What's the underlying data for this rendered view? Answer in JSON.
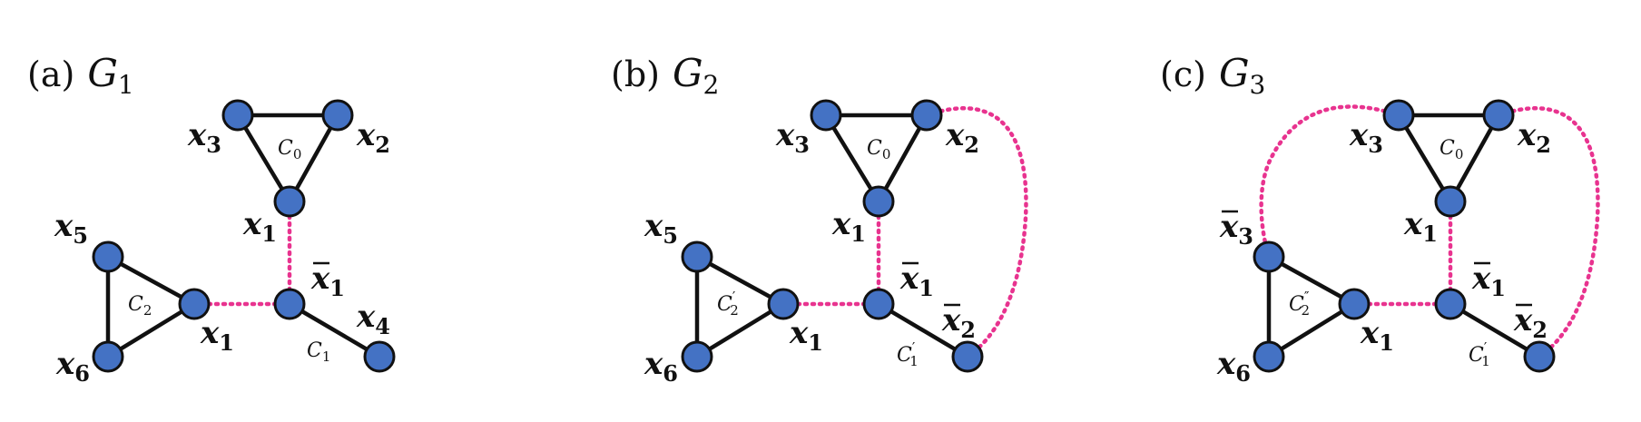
{
  "colors": {
    "node_fill": "#4472c4",
    "edge": "#111111",
    "dotted_edge": "#e8338f"
  },
  "panels": [
    {
      "tag": "(a)",
      "graph": "G",
      "graph_sub": "1",
      "vertices": [
        {
          "name": "x",
          "sub": "3",
          "bar": false
        },
        {
          "name": "x",
          "sub": "2",
          "bar": false
        },
        {
          "name": "x",
          "sub": "1",
          "bar": false
        },
        {
          "name": "x",
          "sub": "5",
          "bar": false
        },
        {
          "name": "x",
          "sub": "1",
          "bar": true
        },
        {
          "name": "x",
          "sub": "1",
          "bar": false
        },
        {
          "name": "x",
          "sub": "4",
          "bar": false
        },
        {
          "name": "x",
          "sub": "6",
          "bar": false
        }
      ],
      "cycles": [
        {
          "name": "C",
          "sub": "0",
          "prime": ""
        },
        {
          "name": "C",
          "sub": "2",
          "prime": ""
        },
        {
          "name": "C",
          "sub": "1",
          "prime": ""
        }
      ]
    },
    {
      "tag": "(b)",
      "graph": "G",
      "graph_sub": "2",
      "vertices": [
        {
          "name": "x",
          "sub": "3",
          "bar": false
        },
        {
          "name": "x",
          "sub": "2",
          "bar": false
        },
        {
          "name": "x",
          "sub": "1",
          "bar": false
        },
        {
          "name": "x",
          "sub": "5",
          "bar": false
        },
        {
          "name": "x",
          "sub": "1",
          "bar": true
        },
        {
          "name": "x",
          "sub": "1",
          "bar": false
        },
        {
          "name": "x",
          "sub": "2",
          "bar": true
        },
        {
          "name": "x",
          "sub": "6",
          "bar": false
        }
      ],
      "cycles": [
        {
          "name": "C",
          "sub": "0",
          "prime": ""
        },
        {
          "name": "C",
          "sub": "2",
          "prime": "′"
        },
        {
          "name": "C",
          "sub": "1",
          "prime": "′"
        }
      ]
    },
    {
      "tag": "(c)",
      "graph": "G",
      "graph_sub": "3",
      "vertices": [
        {
          "name": "x",
          "sub": "3",
          "bar": false
        },
        {
          "name": "x",
          "sub": "2",
          "bar": false
        },
        {
          "name": "x",
          "sub": "1",
          "bar": false
        },
        {
          "name": "x",
          "sub": "3",
          "bar": true
        },
        {
          "name": "x",
          "sub": "1",
          "bar": true
        },
        {
          "name": "x",
          "sub": "1",
          "bar": false
        },
        {
          "name": "x",
          "sub": "2",
          "bar": true
        },
        {
          "name": "x",
          "sub": "6",
          "bar": false
        }
      ],
      "cycles": [
        {
          "name": "C",
          "sub": "0",
          "prime": ""
        },
        {
          "name": "C",
          "sub": "2",
          "prime": "″"
        },
        {
          "name": "C",
          "sub": "1",
          "prime": "′"
        }
      ]
    }
  ]
}
